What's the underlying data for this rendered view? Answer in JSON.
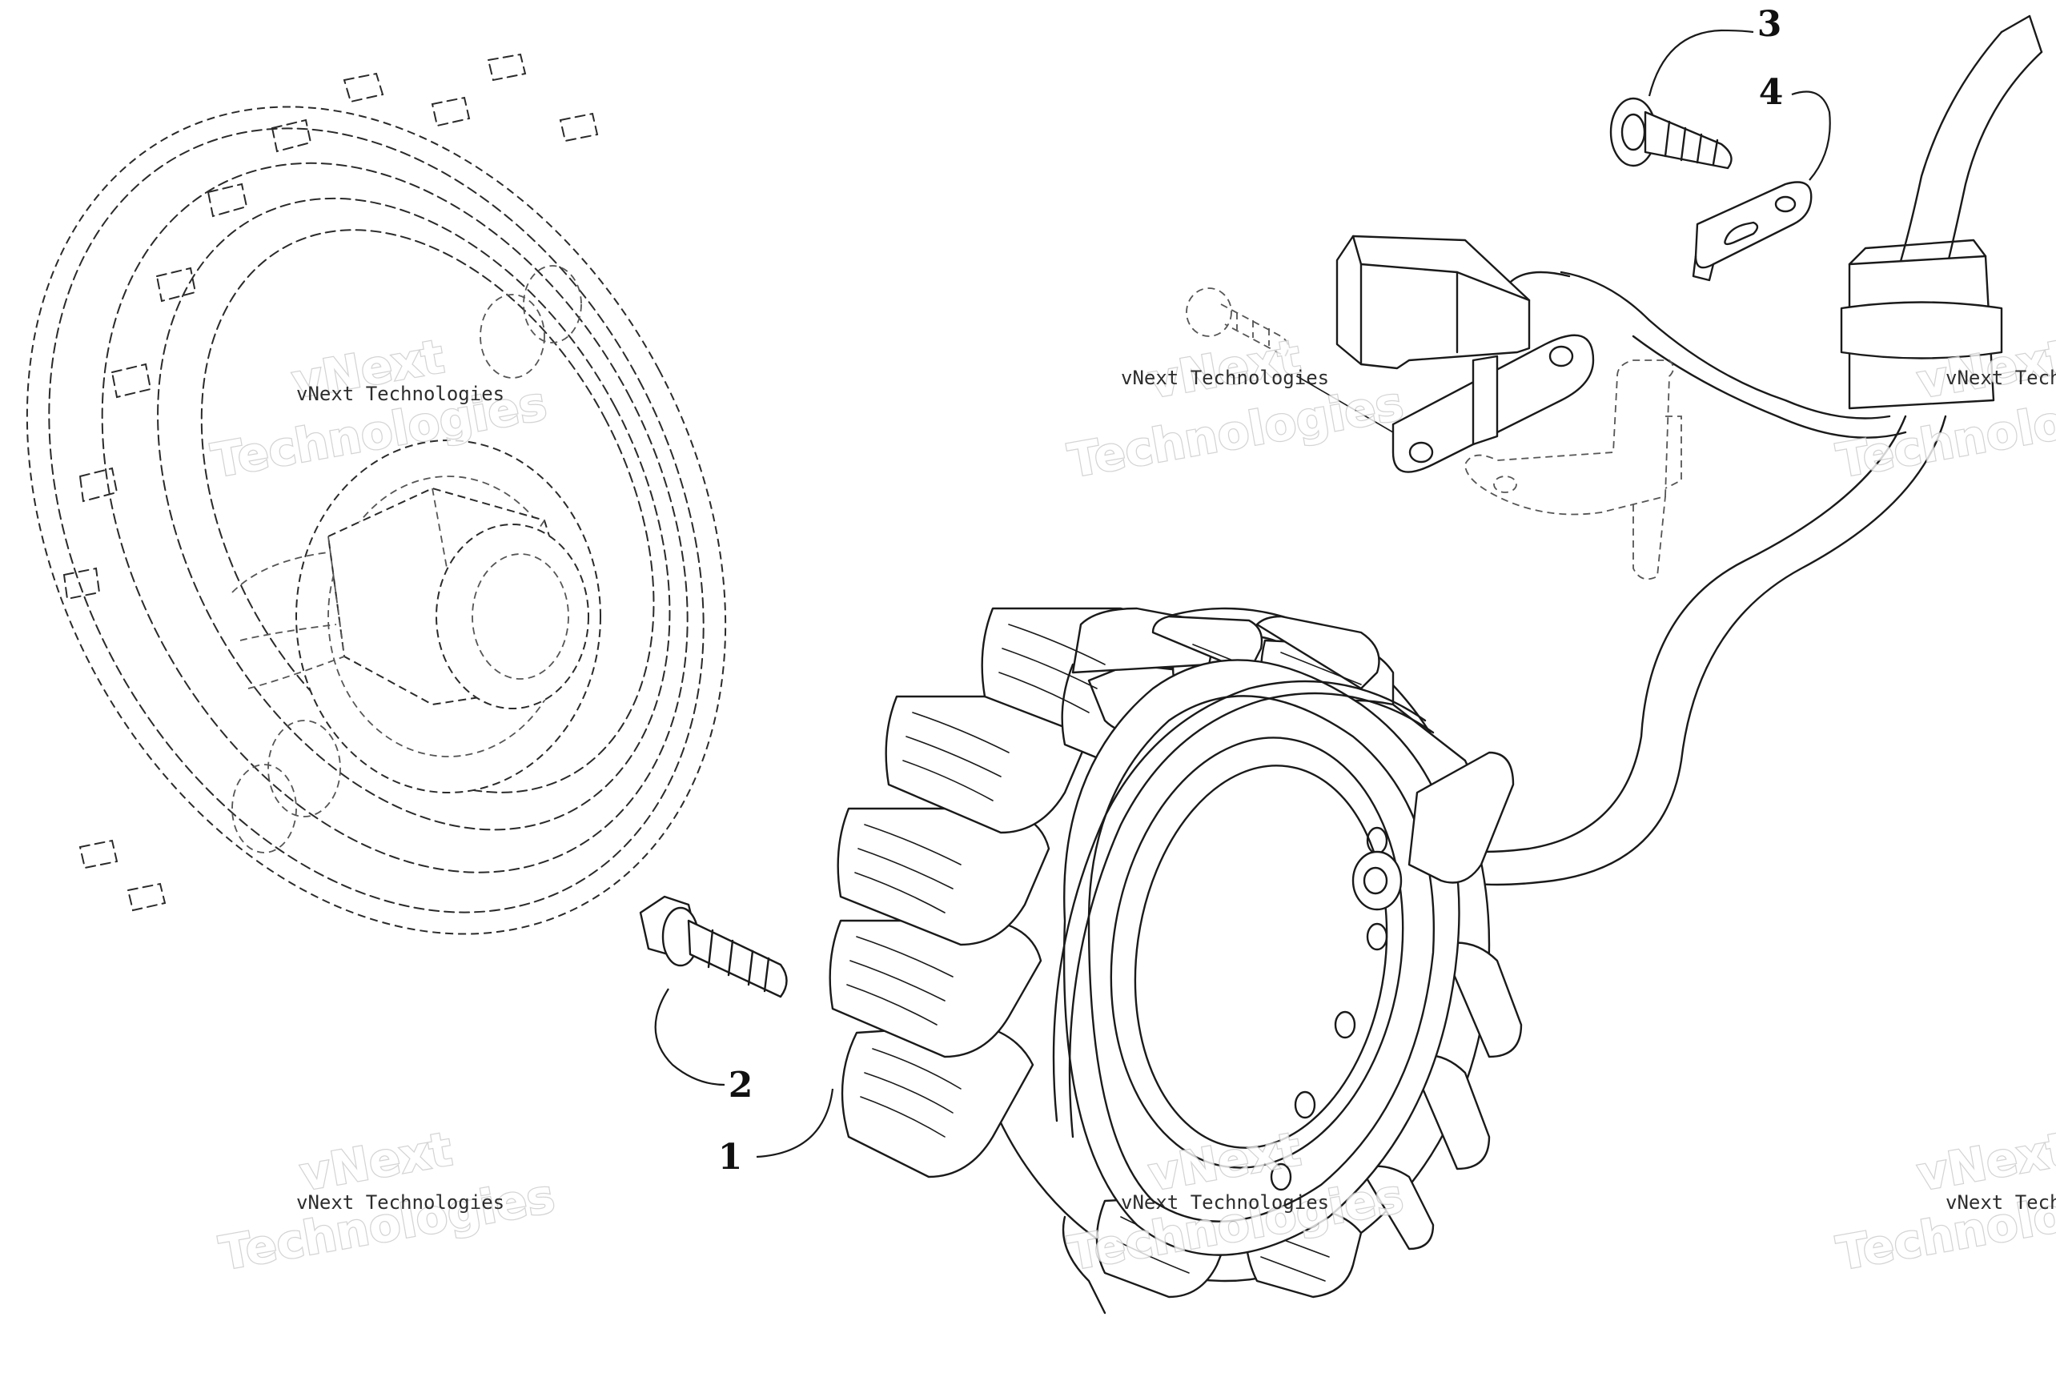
{
  "diagram": {
    "parts": [
      {
        "callout": "1",
        "icon": "stator-icon"
      },
      {
        "callout": "2",
        "icon": "flange-bolt-icon"
      },
      {
        "callout": "3",
        "icon": "screw-icon"
      },
      {
        "callout": "4",
        "icon": "clamp-plate-icon"
      }
    ],
    "reference_parts": [
      {
        "icon": "flywheel-icon"
      },
      {
        "icon": "pickup-sensor-icon"
      },
      {
        "icon": "mounting-bracket-icon"
      },
      {
        "icon": "wire-harness-icon"
      }
    ]
  },
  "watermark": {
    "line_small": "vNext Technologies",
    "line_big": "Technologies",
    "line_top": "vNext"
  }
}
